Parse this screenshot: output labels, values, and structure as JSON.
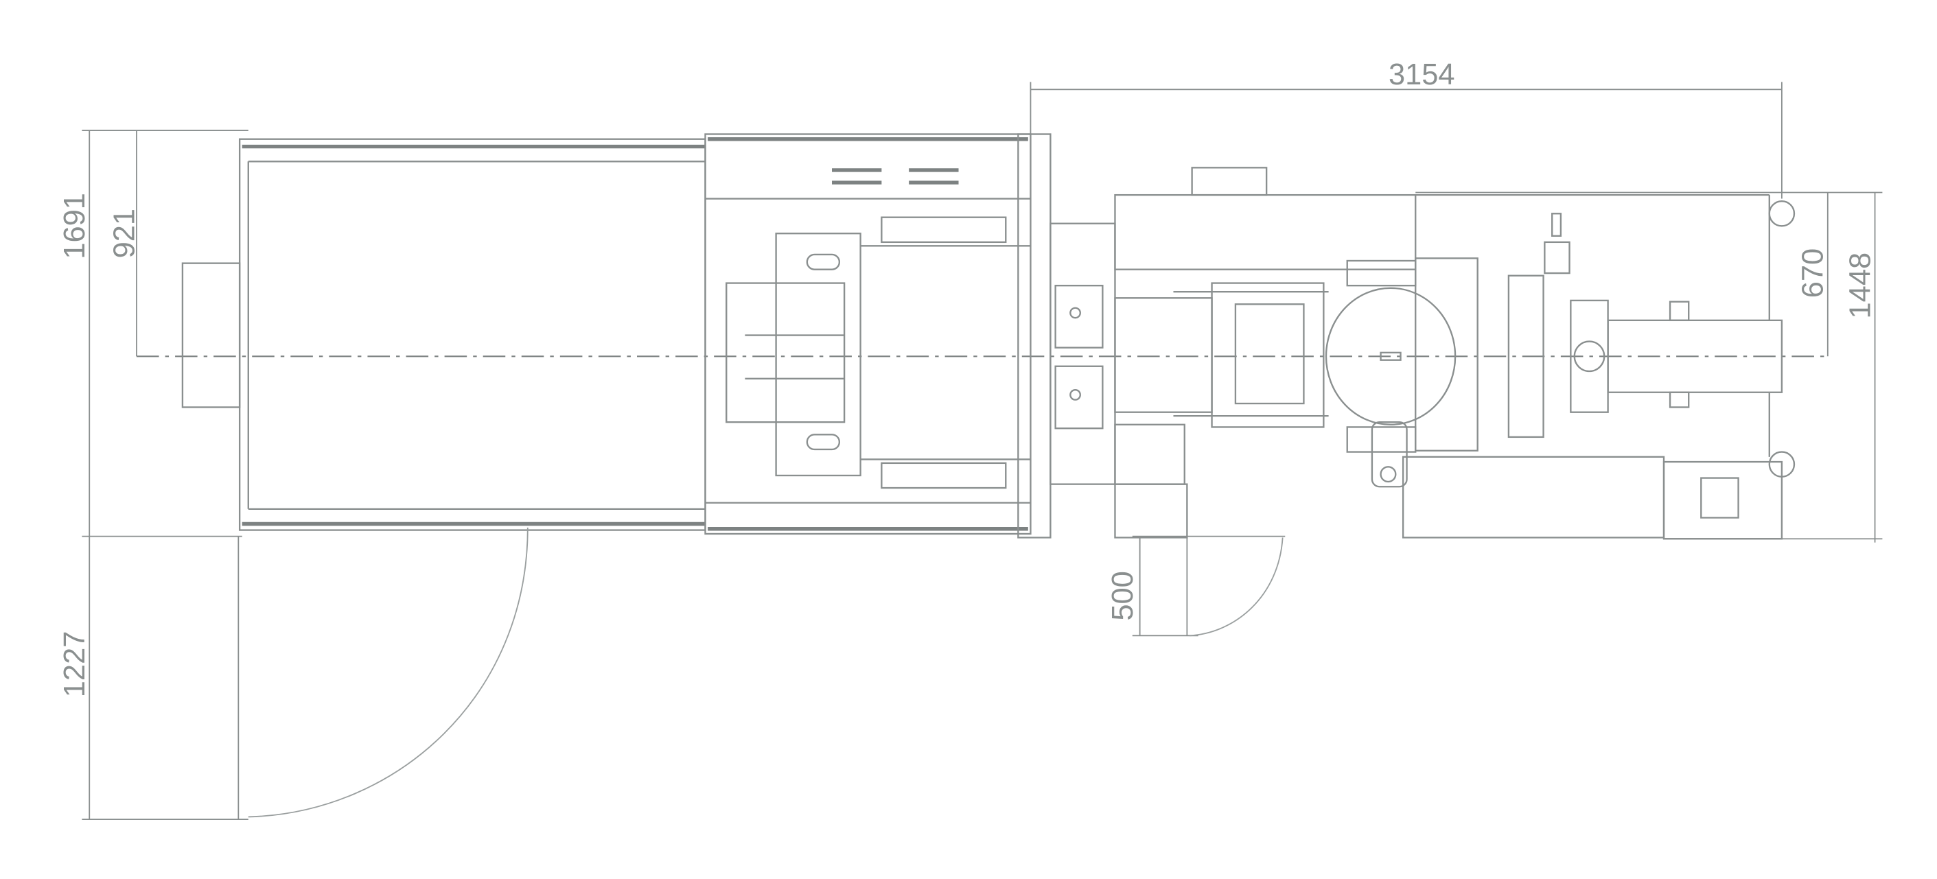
{
  "drawing": {
    "dimensions": {
      "overall_length_right": "3154",
      "overall_width_left": "1691",
      "center_offset_left": "921",
      "door_swing_left": "1227",
      "door_swing_right": "500",
      "center_offset_right": "670",
      "overall_width_right": "1448"
    },
    "colors": {
      "line": "#8a8f8f"
    }
  }
}
